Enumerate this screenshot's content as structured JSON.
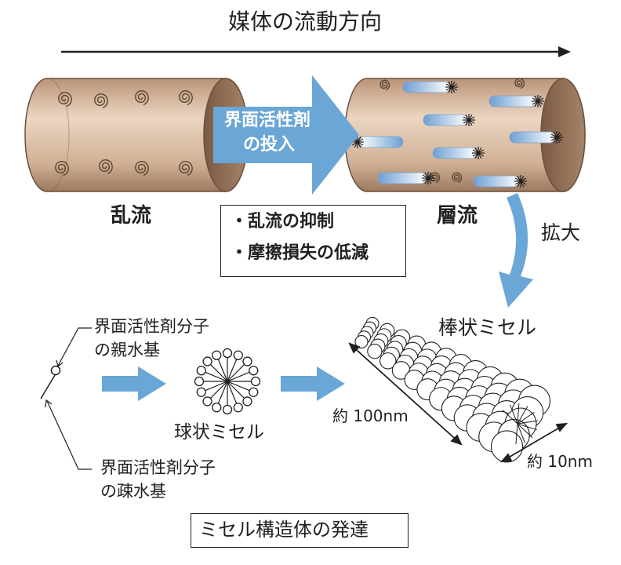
{
  "direction_label": "媒体の流動方向",
  "turbulent_label": "乱流",
  "surfactant_label_line1": "界面活性剤",
  "surfactant_label_line2": "の投入",
  "laminar_label": "層流",
  "effects": [
    "・乱流の抑制",
    "・摩擦損失の低減"
  ],
  "enlarge_label": "拡大",
  "hydrophilic_label_line1": "界面活性剤分子",
  "hydrophilic_label_line2": "の親水基",
  "hydrophobic_label_line1": "界面活性剤分子",
  "hydrophobic_label_line2": "の疎水基",
  "spherical_micelle_label": "球状ミセル",
  "rod_micelle_label": "棒状ミセル",
  "length_label": "約 100nm",
  "diameter_label": "約 10nm",
  "caption": "ミセル構造体の発達",
  "colors": {
    "pipe_body": "#d6b89c",
    "pipe_dark": "#8a6a52",
    "arrow_blue": "#6aa6d6",
    "rod_blue": "#8fb7e0",
    "line": "#231f20"
  }
}
